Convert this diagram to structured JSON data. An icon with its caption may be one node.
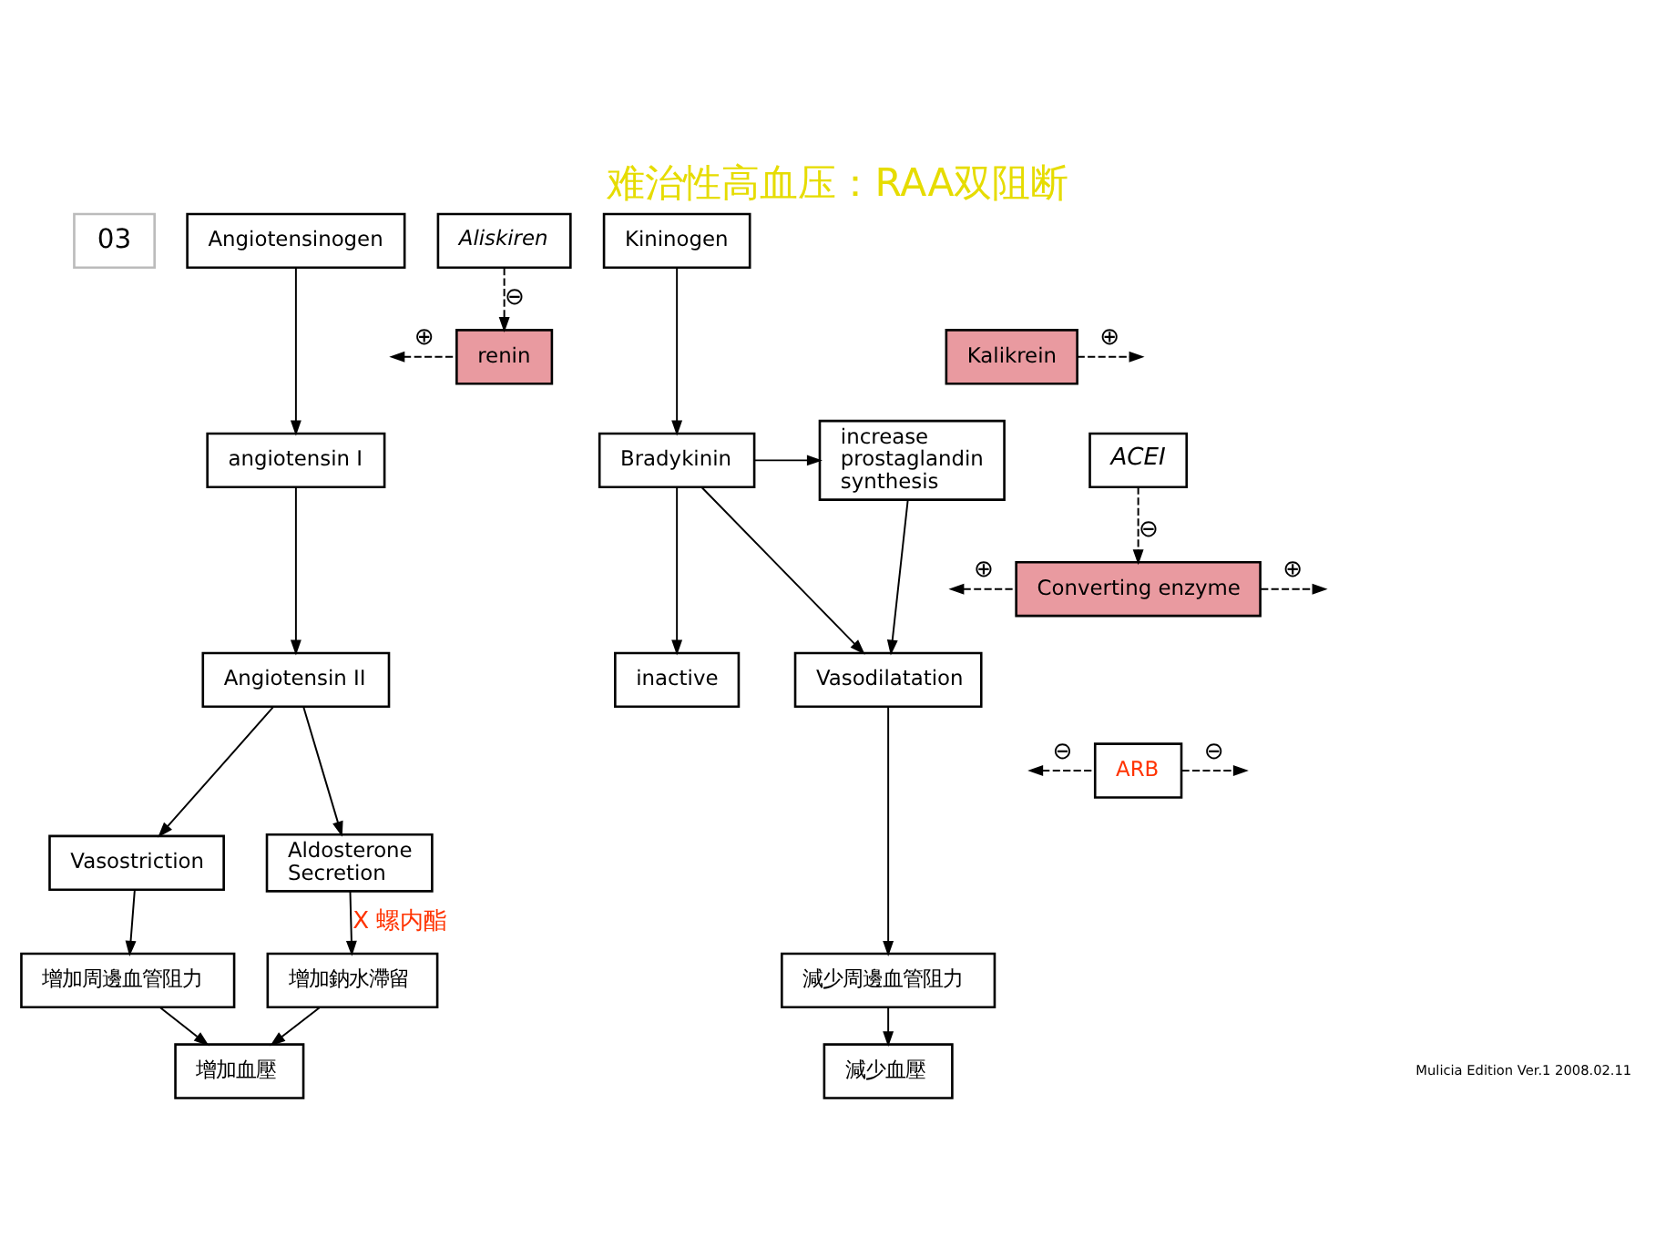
{
  "diagram": {
    "title": "难治性高血压：RAA双阻断",
    "nodes": [
      {
        "text": [
          "03"
        ]
      },
      {
        "text": [
          "Angiotensinogen"
        ]
      },
      {
        "text": [
          "Aliskiren"
        ]
      },
      {
        "text": [
          "renin"
        ]
      },
      {
        "text": [
          "Kininogen"
        ]
      },
      {
        "text": [
          "Kalikrein"
        ]
      },
      {
        "text": [
          "angiotensin I"
        ]
      },
      {
        "text": [
          "ACEI"
        ]
      },
      {
        "text": [
          "Bradykinin"
        ]
      },
      {
        "text": [
          "increase prostaglandin synthesis"
        ]
      },
      {
        "text": [
          "Converting enzyme"
        ]
      },
      {
        "text": [
          "Angiotensin II"
        ]
      },
      {
        "text": [
          "inactive"
        ]
      },
      {
        "text": [
          "Vasodilatation"
        ]
      },
      {
        "text": [
          "ARB"
        ]
      },
      {
        "text": [
          "Vasostriction"
        ]
      },
      {
        "text": [
          "Aldosterone Secretion"
        ]
      },
      {
        "text": [
          "增加周邊血管阻力"
        ]
      },
      {
        "text": [
          "增加鈉水滯留"
        ]
      },
      {
        "text": [
          "減少周邊血管阻力"
        ]
      },
      {
        "text": [
          "增加血壓"
        ]
      },
      {
        "text": [
          "減少血壓"
        ]
      }
    ],
    "edges": [
      {
        "from": 1,
        "to": 6,
        "arrow": "to"
      },
      {
        "from": 2,
        "to": 3,
        "arrow": "to",
        "style": "dashed",
        "label": "⊖"
      },
      {
        "from": 3,
        "to": null,
        "arrow": "to",
        "style": "dashed",
        "label": "⊕"
      },
      {
        "from": 4,
        "to": 8,
        "arrow": "to"
      },
      {
        "from": 5,
        "to": null,
        "arrow": "to",
        "style": "dashed",
        "label": "⊕"
      },
      {
        "from": 6,
        "to": 11,
        "arrow": "to"
      },
      {
        "from": 7,
        "to": 10,
        "arrow": "to",
        "style": "dashed",
        "label": "⊖"
      },
      {
        "from": 10,
        "to": null,
        "arrow": "to",
        "style": "dashed",
        "label": "⊕"
      },
      {
        "from": 10,
        "to": null,
        "arrow": "to",
        "style": "dashed",
        "label": "⊕"
      },
      {
        "from": 8,
        "to": 9,
        "arrow": "to"
      },
      {
        "from": 8,
        "to": 12,
        "arrow": "to"
      },
      {
        "from": 8,
        "to": 13,
        "arrow": "to"
      },
      {
        "from": 9,
        "to": 13,
        "arrow": "to"
      },
      {
        "from": 11,
        "to": 15,
        "arrow": "to"
      },
      {
        "from": 11,
        "to": 16,
        "arrow": "to"
      },
      {
        "from": 14,
        "to": null,
        "arrow": "to",
        "style": "dashed",
        "label": "⊖"
      },
      {
        "from": 14,
        "to": null,
        "arrow": "to",
        "style": "dashed",
        "label": "⊖"
      },
      {
        "from": 15,
        "to": 17,
        "arrow": "to"
      },
      {
        "from": 16,
        "to": 18,
        "arrow": "to",
        "label": "X 螺内酯"
      },
      {
        "from": 17,
        "to": 20,
        "arrow": "to"
      },
      {
        "from": 18,
        "to": 20,
        "arrow": "to"
      },
      {
        "from": 13,
        "to": 19,
        "arrow": "to"
      },
      {
        "from": 19,
        "to": 21,
        "arrow": "to"
      }
    ],
    "labels": [
      "Mulicia Edition Ver.1 2008.02.11"
    ]
  }
}
